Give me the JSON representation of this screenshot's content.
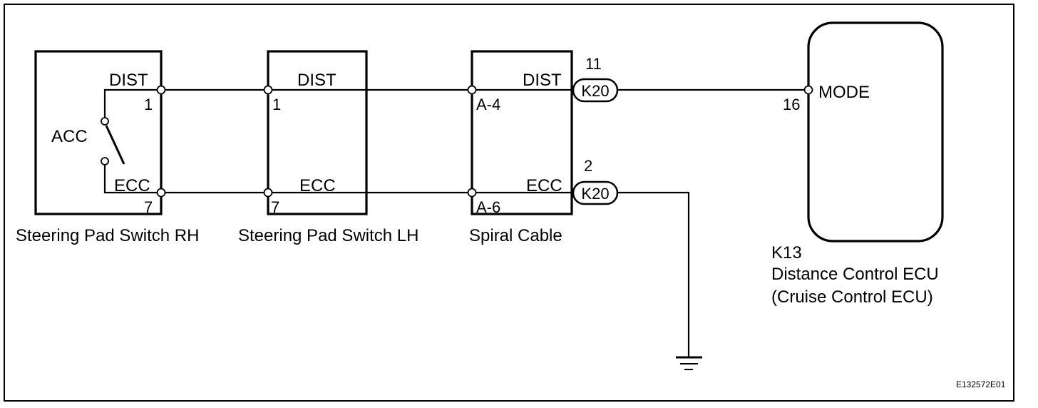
{
  "components": {
    "rh_switch": {
      "name": "Steering Pad Switch RH",
      "terminal_top": "DIST",
      "pin_top": "1",
      "terminal_bottom": "ECC",
      "pin_bottom": "7",
      "switch_label": "ACC"
    },
    "lh_switch": {
      "name": "Steering Pad Switch LH",
      "terminal_top": "DIST",
      "pin_top": "1",
      "terminal_bottom": "ECC",
      "pin_bottom": "7"
    },
    "spiral_cable": {
      "name": "Spiral Cable",
      "terminal_top": "DIST",
      "pin_top": "A-4",
      "terminal_bottom": "ECC",
      "pin_bottom": "A-6"
    },
    "ecu": {
      "code": "K13",
      "name": "Distance Control ECU",
      "subname": "(Cruise Control ECU)",
      "terminal": "MODE",
      "pin": "16"
    }
  },
  "connectors": [
    {
      "id": "K20",
      "pin": "11"
    },
    {
      "id": "K20",
      "pin": "2"
    }
  ],
  "figure_code": "E132572E01"
}
